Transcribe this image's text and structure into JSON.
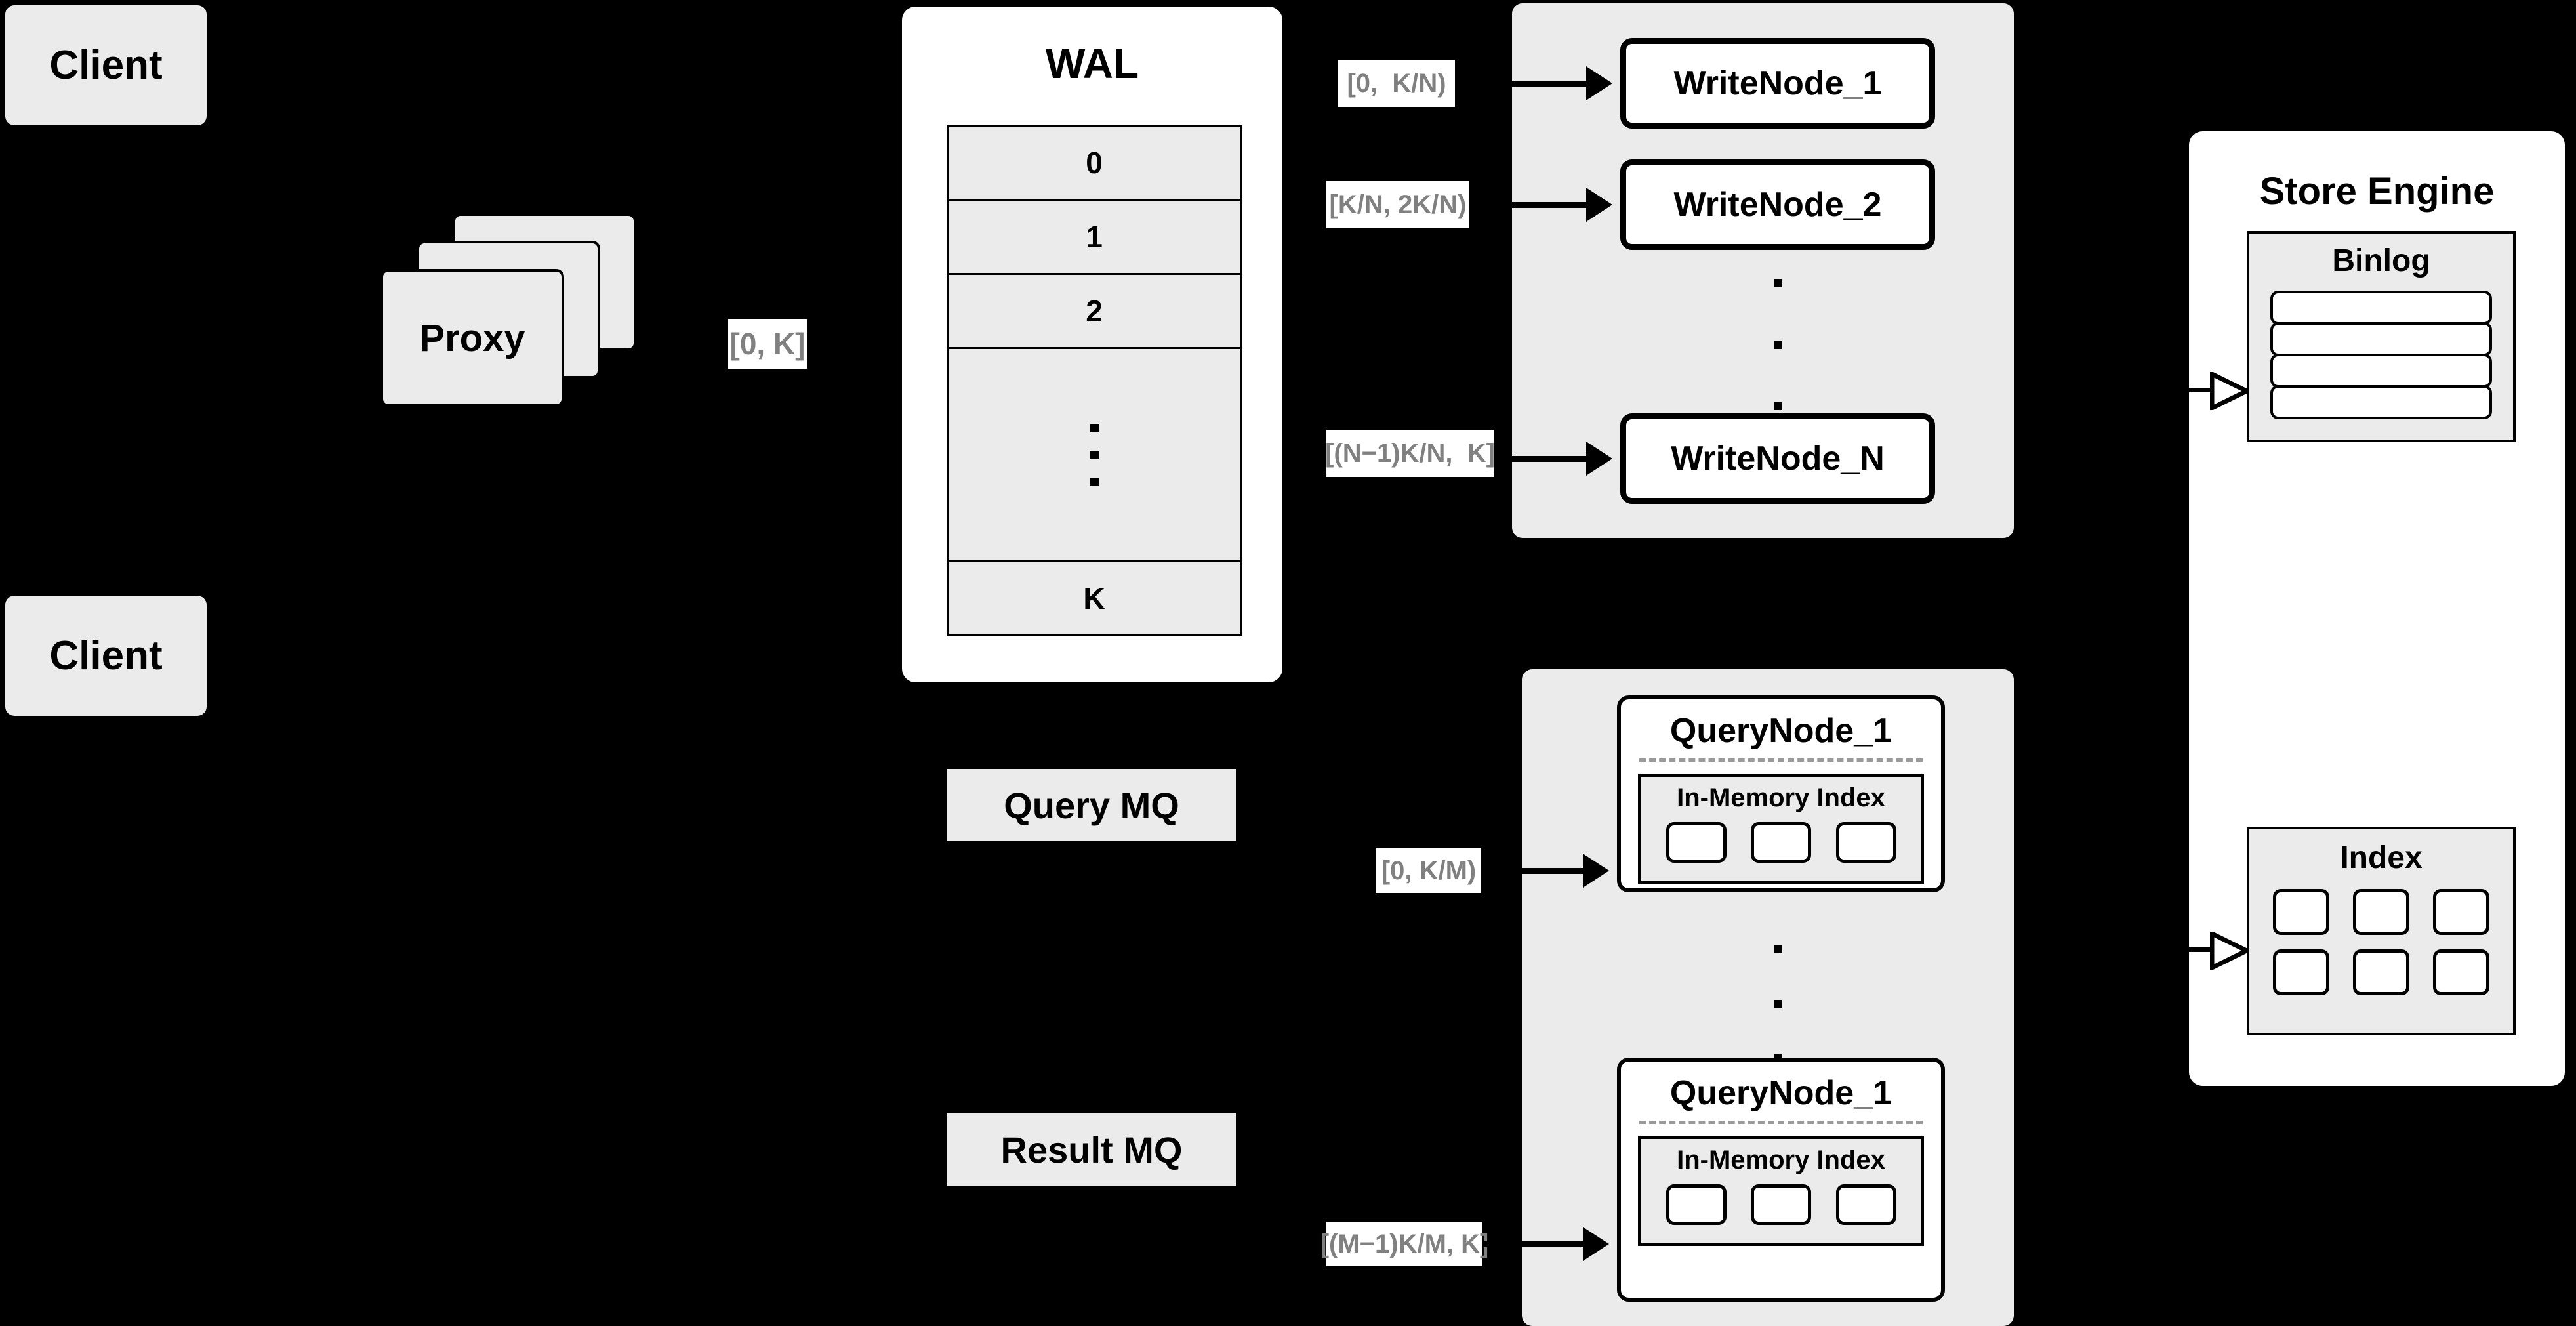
{
  "diagram": {
    "title": "Distributed write/query architecture",
    "background_color": "#000000",
    "card_color": "#ebebeb",
    "panel_color": "#ffffff",
    "label_text_color": "#808080",
    "border_color": "#000000"
  },
  "clients": [
    {
      "label": "Client"
    },
    {
      "label": "Client"
    }
  ],
  "proxy": {
    "label": "Proxy",
    "stack_count": 3
  },
  "range_labels": {
    "proxy_to_wal": "[0, K]",
    "write_node_1": "[0,  K/N)",
    "write_node_2": "[K/N, 2K/N)",
    "write_node_n": "[(N−1)K/N,  K]",
    "query_node_1": "[0, K/M)",
    "query_node_m": "[(M−1)K/M, K]"
  },
  "wal": {
    "title": "WAL",
    "rows": [
      "0",
      "1",
      "2",
      "",
      "K"
    ],
    "ellipsis_row_index": 3
  },
  "queues": [
    {
      "label": "Query MQ"
    },
    {
      "label": "Result MQ"
    }
  ],
  "write_cluster": {
    "nodes": [
      {
        "label": "WriteNode_1"
      },
      {
        "label": "WriteNode_2"
      },
      {
        "label": "WriteNode_N"
      }
    ],
    "ellipsis": "vertical-dots"
  },
  "query_cluster": {
    "nodes": [
      {
        "label": "QueryNode_1",
        "index": {
          "label": "In-Memory Index",
          "segment_count": 3
        }
      },
      {
        "label": "QueryNode_1",
        "index": {
          "label": "In-Memory Index",
          "segment_count": 3
        }
      }
    ],
    "ellipsis": "vertical-dots"
  },
  "store_engine": {
    "title": "Store Engine",
    "binlog": {
      "label": "Binlog",
      "row_count": 4
    },
    "index": {
      "label": "Index",
      "rows": 2,
      "columns": 3
    }
  },
  "icons": {
    "solid_arrow": "arrow-right-filled-icon",
    "open_arrow": "arrow-right-open-icon",
    "vertical_ellipsis": "vertical-ellipsis-icon"
  }
}
